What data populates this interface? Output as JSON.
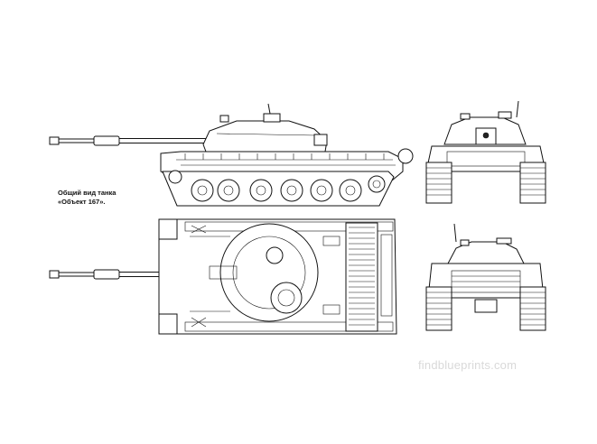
{
  "caption": {
    "line1": "Общий вид танка",
    "line2": "«Объект 167»."
  },
  "watermark": "findblueprints.com",
  "views": [
    "side-view",
    "top-view",
    "front-view",
    "rear-view"
  ]
}
